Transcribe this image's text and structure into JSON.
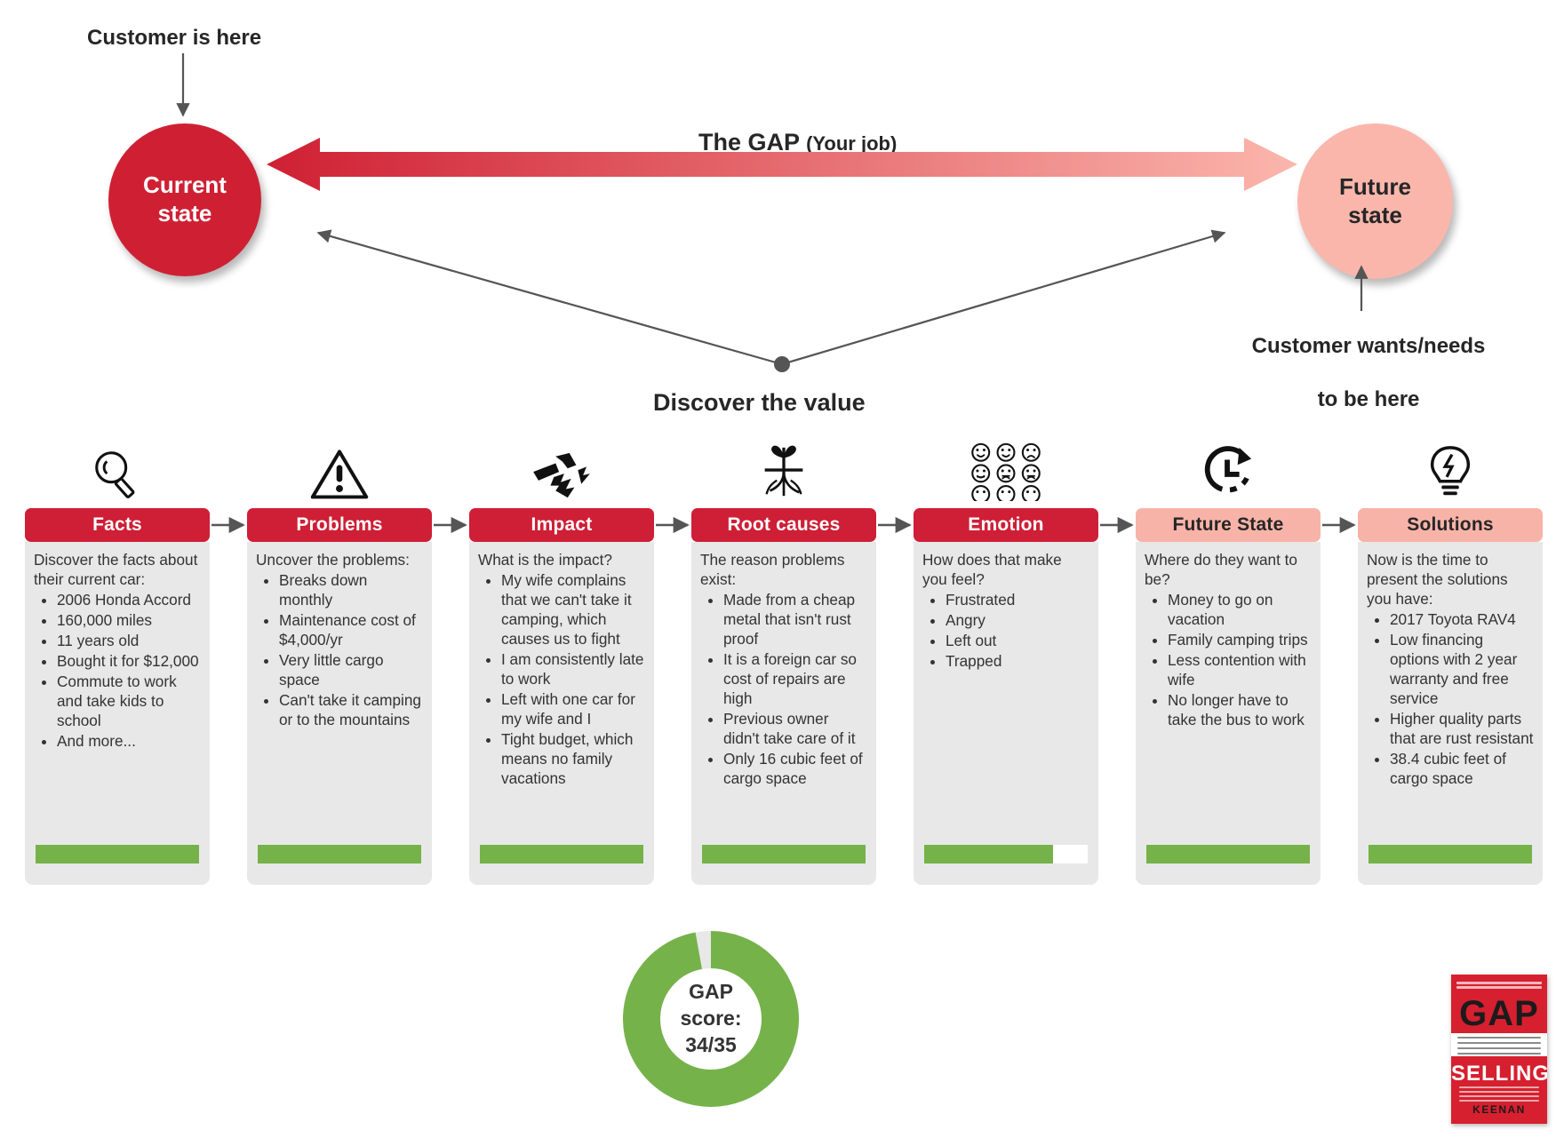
{
  "top": {
    "customer_here_label": "Customer is here",
    "gap_title": "The GAP",
    "gap_title_sub": "(Your job)",
    "customer_wants_label_line1": "Customer wants/needs",
    "customer_wants_label_line2": "to be here",
    "discover_label": "Discover the value",
    "current_state_line1": "Current",
    "current_state_line2": "state",
    "future_state_line1": "Future",
    "future_state_line2": "state"
  },
  "colors": {
    "red": "#ce1f36",
    "pink": "#f8b3a8",
    "green": "#76b24a",
    "card_bg": "#e8e8e8",
    "arrow_gray": "#555555"
  },
  "cards": [
    {
      "title": "Facts",
      "icon": "magnifier-icon",
      "header_style": "red",
      "intro": "Discover the facts about their current car:",
      "bullets": [
        "2006 Honda Accord",
        "160,000 miles",
        "11 years old",
        "Bought it for $12,000",
        "Commute to work and take kids to school",
        "And more..."
      ],
      "progress": 100
    },
    {
      "title": "Problems",
      "icon": "warning-triangle-icon",
      "header_style": "red",
      "intro": "Uncover the problems:",
      "bullets": [
        "Breaks down monthly",
        "Maintenance cost of $4,000/yr",
        "Very little cargo space",
        "Can't take it camping or to the mountains"
      ],
      "progress": 100
    },
    {
      "title": "Impact",
      "icon": "hammer-break-icon",
      "header_style": "red",
      "intro": "What is the impact?",
      "bullets": [
        "My wife complains that we can't take it camping, which causes us to fight",
        "I am consistently late to work",
        "Left with one car for my wife and I",
        "Tight budget, which means no family vacations"
      ],
      "progress": 100
    },
    {
      "title": "Root causes",
      "icon": "plant-roots-icon",
      "header_style": "red",
      "intro": "The reason problems exist:",
      "bullets": [
        "Made from a cheap metal that isn't rust proof",
        "It is a foreign car so cost of repairs are high",
        "Previous owner didn't take care of it",
        "Only 16 cubic feet of cargo space"
      ],
      "progress": 100
    },
    {
      "title": "Emotion",
      "icon": "emoji-grid-icon",
      "header_style": "red",
      "intro": "How does that make you feel?",
      "bullets": [
        "Frustrated",
        "Angry",
        "Left out",
        "Trapped"
      ],
      "progress": 79
    },
    {
      "title": "Future State",
      "icon": "clock-arrow-icon",
      "header_style": "pink",
      "intro": "Where do they want to be?",
      "bullets": [
        "Money to go on vacation",
        "Family camping trips",
        "Less contention with wife",
        "No longer have to take the bus to work"
      ],
      "progress": 100
    },
    {
      "title": "Solutions",
      "icon": "lightbulb-icon",
      "header_style": "pink",
      "intro": "Now is the time to present the solutions you have:",
      "bullets": [
        "2017 Toyota RAV4",
        "Low financing options with 2 year warranty and free service",
        "Higher quality parts that are rust resistant",
        "38.4 cubic feet of cargo space"
      ],
      "progress": 100
    }
  ],
  "score": {
    "label_line1": "GAP",
    "label_line2": "score:",
    "value_text": "34/35",
    "value": 34,
    "max": 35
  },
  "book": {
    "title_top": "GAP",
    "title_bottom": "SELLING",
    "author": "KEENAN"
  }
}
